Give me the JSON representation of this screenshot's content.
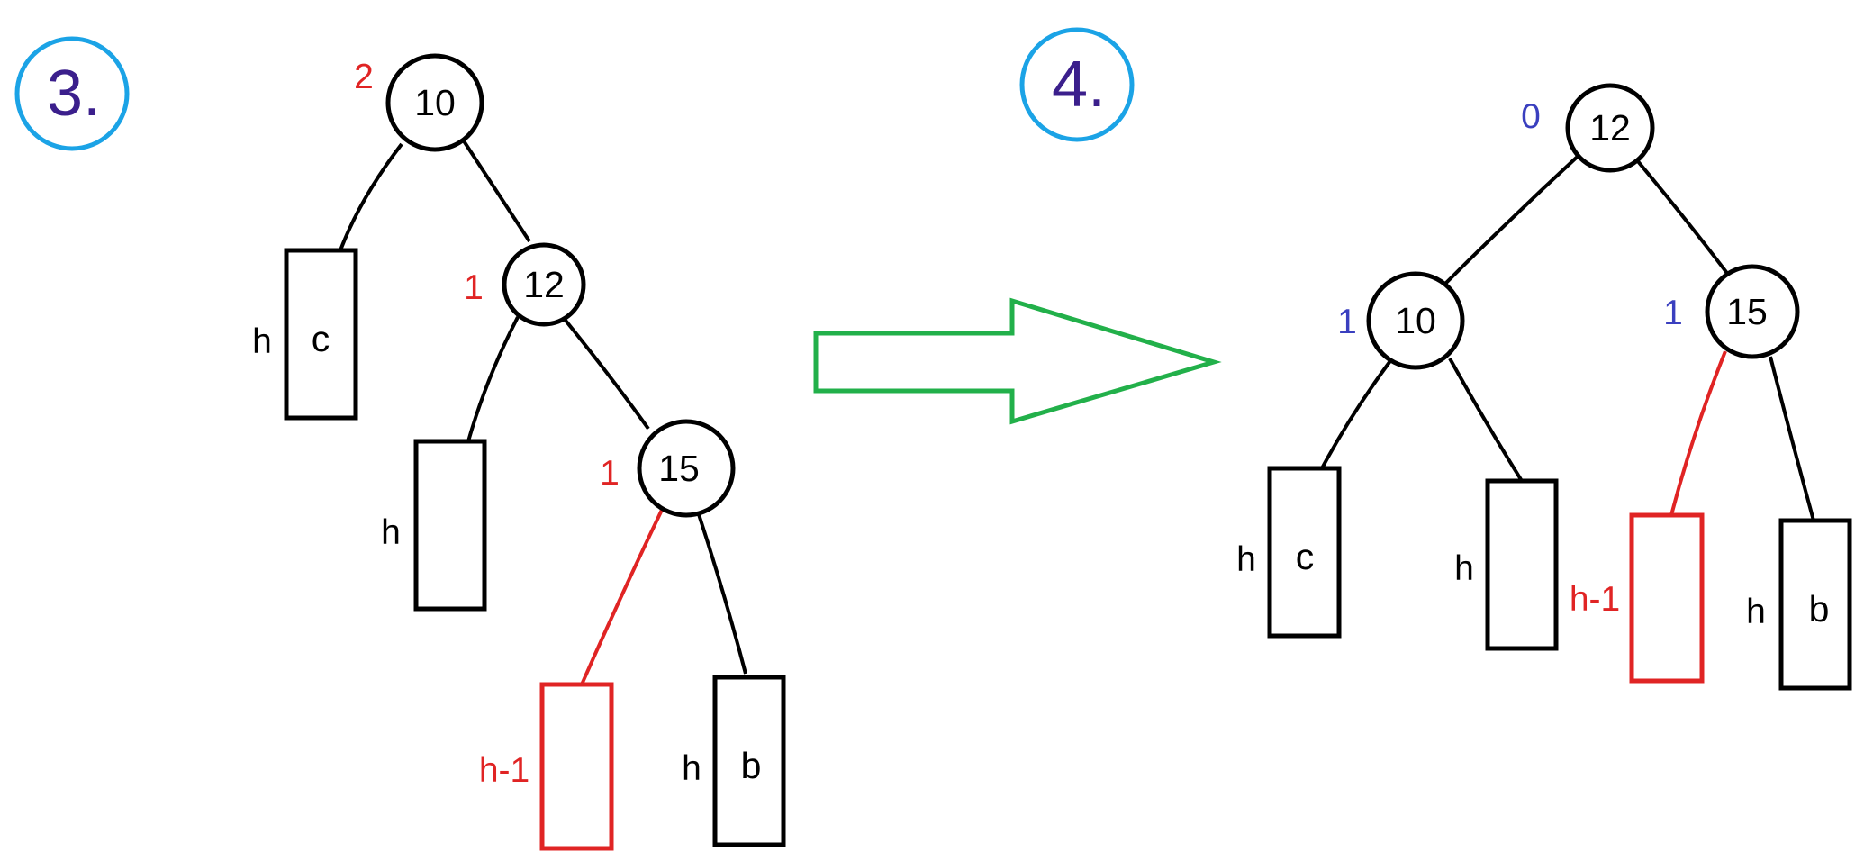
{
  "steps": {
    "left": "3.",
    "right": "4."
  },
  "colors": {
    "step_circle": "#1ba3e6",
    "step_text": "#3b1f8c",
    "balance_left": "#e02424",
    "balance_right": "#3a3fbf",
    "highlight": "#e02424",
    "arrow": "#22b04a",
    "ink": "#000000"
  },
  "left_tree": {
    "nodes": [
      {
        "id": "10",
        "label": "10",
        "balance": "2"
      },
      {
        "id": "12",
        "label": "12",
        "balance": "1"
      },
      {
        "id": "15",
        "label": "15",
        "balance": "1"
      }
    ],
    "subtrees": [
      {
        "id": "c",
        "label": "c",
        "height": "h"
      },
      {
        "id": "mid",
        "label": "",
        "height": "h"
      },
      {
        "id": "new",
        "label": "",
        "height": "h-1",
        "highlighted": true
      },
      {
        "id": "b",
        "label": "b",
        "height": "h"
      }
    ]
  },
  "right_tree": {
    "nodes": [
      {
        "id": "12",
        "label": "12",
        "balance": "0"
      },
      {
        "id": "10",
        "label": "10",
        "balance": "1"
      },
      {
        "id": "15",
        "label": "15",
        "balance": "1"
      }
    ],
    "subtrees": [
      {
        "id": "c",
        "label": "c",
        "height": "h"
      },
      {
        "id": "mid",
        "label": "",
        "height": "h"
      },
      {
        "id": "new",
        "label": "",
        "height": "h-1",
        "highlighted": true
      },
      {
        "id": "b",
        "label": "b",
        "height": "h"
      }
    ]
  }
}
